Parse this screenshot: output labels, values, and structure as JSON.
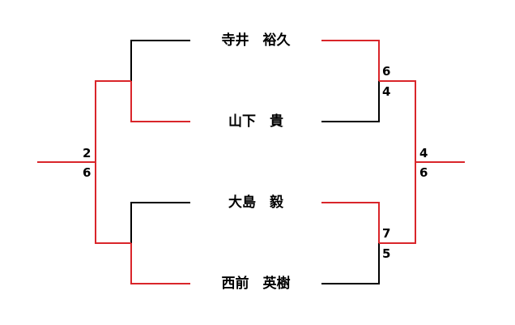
{
  "players": [
    {
      "name": "寺井　裕久"
    },
    {
      "name": "山下　貴"
    },
    {
      "name": "大島　毅"
    },
    {
      "name": "西前　英樹"
    }
  ],
  "scores": {
    "left_semi_top": "2",
    "left_semi_bottom": "6",
    "right_top_match_upper": "6",
    "right_top_match_lower": "4",
    "right_bottom_match_upper": "7",
    "right_bottom_match_lower": "5",
    "right_final_upper": "4",
    "right_final_lower": "6"
  },
  "colors": {
    "winner": "#d9252a",
    "loser": "#000000"
  }
}
